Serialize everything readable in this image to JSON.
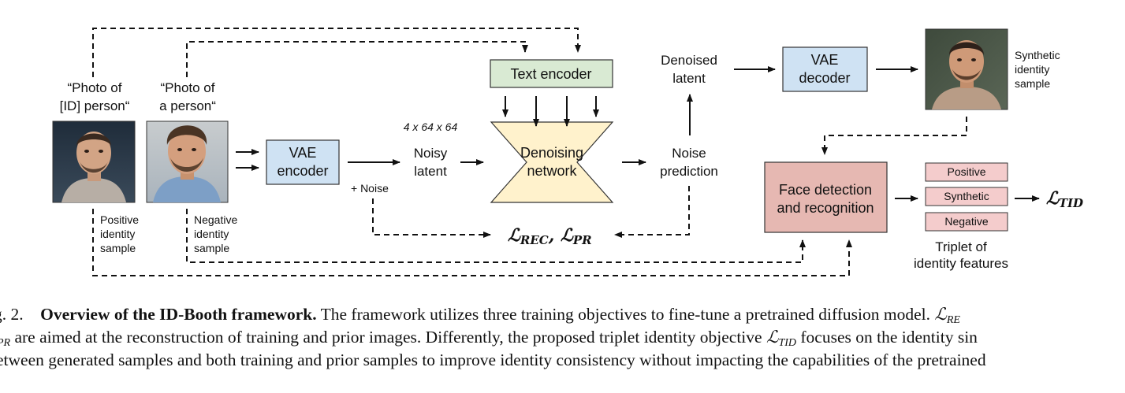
{
  "diagram": {
    "prompt_id": [
      "“Photo of",
      "[ID] person“"
    ],
    "prompt_generic": [
      "“Photo of",
      "a person“"
    ],
    "positive_sample": [
      "Positive",
      "identity",
      "sample"
    ],
    "negative_sample": [
      "Negative",
      "identity",
      "sample"
    ],
    "vae_encoder": [
      "VAE",
      "encoder"
    ],
    "noise_label": "+ Noise",
    "latent_dims": "4 x 64 x 64",
    "noisy_latent": [
      "Noisy",
      "latent"
    ],
    "text_encoder": "Text encoder",
    "denoising_network": [
      "Denoising",
      "network"
    ],
    "noise_prediction": [
      "Noise",
      "prediction"
    ],
    "denoised_latent": [
      "Denoised",
      "latent"
    ],
    "vae_decoder": [
      "VAE",
      "decoder"
    ],
    "synthetic_sample": [
      "Synthetic",
      "identity",
      "sample"
    ],
    "face_detection": [
      "Face detection",
      "and recognition"
    ],
    "triplet_items": [
      "Positive",
      "Synthetic",
      "Negative"
    ],
    "triplet_label": [
      "Triplet of",
      "identity features"
    ],
    "loss_rec_pr": {
      "script": "ℒ",
      "rec": "REC",
      "sep": ", ",
      "pr": "PR"
    },
    "loss_tid": {
      "script": "ℒ",
      "tid": "TID"
    },
    "colors": {
      "vae_fill": "#cfe2f3",
      "text_encoder_fill": "#d9ead3",
      "denoising_fill": "#fff2cc",
      "face_detection_fill": "#e6b8b2",
      "triplet_fill": "#f4cccc"
    }
  },
  "caption": {
    "line1_label": "g. 2.",
    "line1_bold": "Overview of the ID-Booth framework.",
    "line1_text": "The framework utilizes three training objectives to fine-tune a pretrained diffusion model.",
    "line1_loss": "ℒ",
    "line1_sub": "RE",
    "line2_sub": "PR",
    "line2_text_a": "are aimed at the reconstruction of training and prior images. Differently, the proposed triplet identity objective",
    "line2_loss": "ℒ",
    "line2_loss_sub": "TID",
    "line2_text_b": "focuses on the identity sin",
    "line3_text": "etween generated samples and both training and prior samples to improve identity consistency without impacting the capabilities of the pretrained"
  }
}
